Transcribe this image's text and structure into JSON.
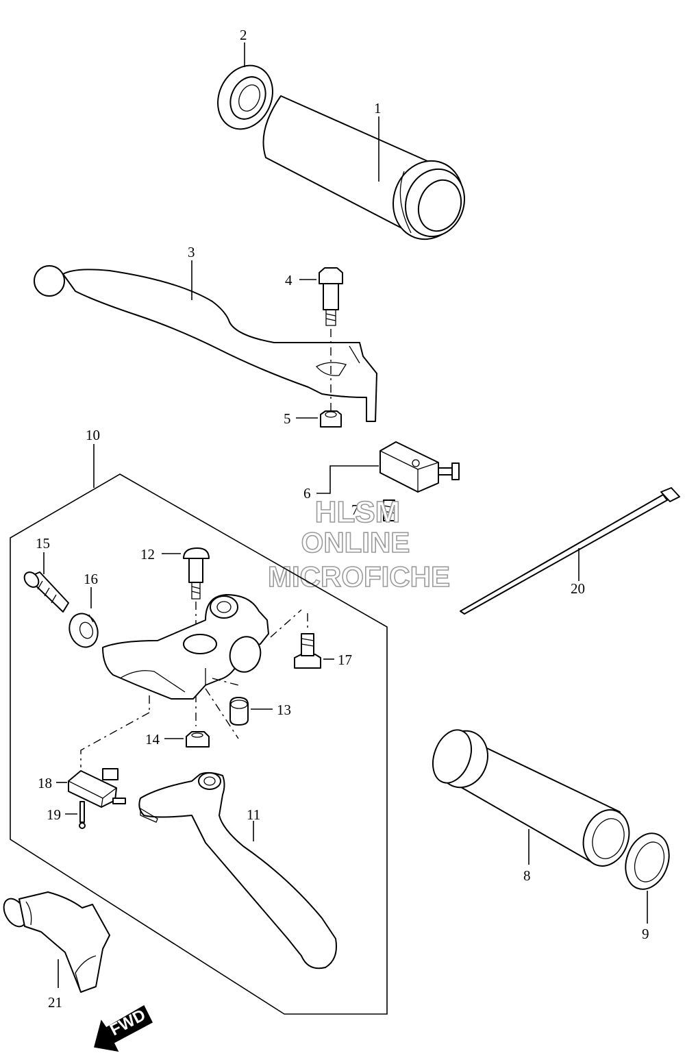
{
  "callouts": [
    "1",
    "2",
    "3",
    "4",
    "5",
    "6",
    "7",
    "8",
    "9",
    "10",
    "11",
    "12",
    "13",
    "14",
    "15",
    "16",
    "17",
    "18",
    "19",
    "20",
    "21"
  ],
  "watermark": {
    "line1": "HLSM",
    "line2": "ONLINE",
    "line3": "MICROFICHE"
  },
  "fwd_label": "FWD",
  "colors": {
    "ink": "#000000",
    "paper": "#ffffff",
    "watermark": "#9a9a9a"
  }
}
